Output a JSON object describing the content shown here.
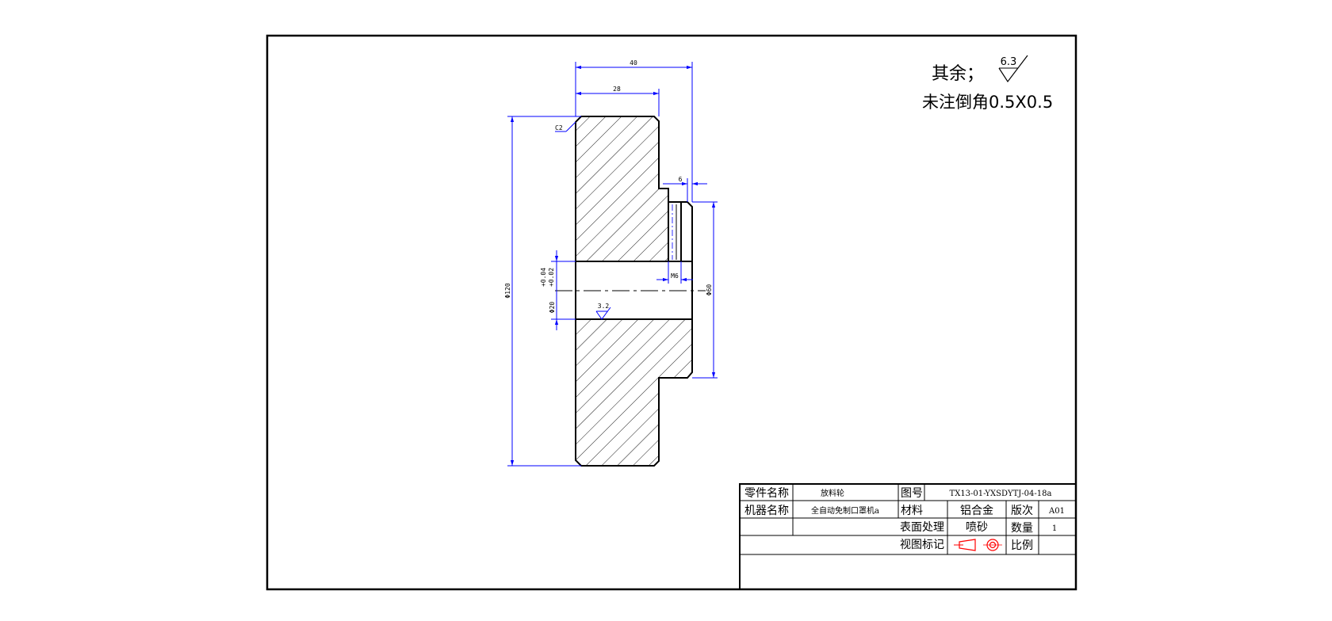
{
  "notes": {
    "rest_prefix": "其余；",
    "rest_roughness": "6.3",
    "chamfer_note": "未注倒角0.5X0.5"
  },
  "dimensions": {
    "overall_width": "40",
    "hub_width": "28",
    "step_width": "6",
    "chamfer": "C2",
    "outer_diameter": "Φ120",
    "bore_diameter": "Φ20",
    "bore_tol_upper": "+0.04",
    "bore_tol_lower": "+0.02",
    "boss_diameter": "Φ60",
    "thread": "M6",
    "bore_roughness": "3.2"
  },
  "title_block": {
    "part_name_label": "零件名称",
    "part_name": "放料轮",
    "drawing_no_label": "图号",
    "drawing_no": "TX13-01-YXSDYTJ-04-18a",
    "machine_name_label": "机器名称",
    "machine_name": "全自动免制口罩机a",
    "material_label": "材料",
    "material": "铝合金",
    "version_label": "版次",
    "version": "A01",
    "surface_label": "表面处理",
    "surface": "喷砂",
    "quantity_label": "数量",
    "quantity": "1",
    "view_label": "视图标记",
    "scale_label": "比例",
    "scale": ""
  }
}
